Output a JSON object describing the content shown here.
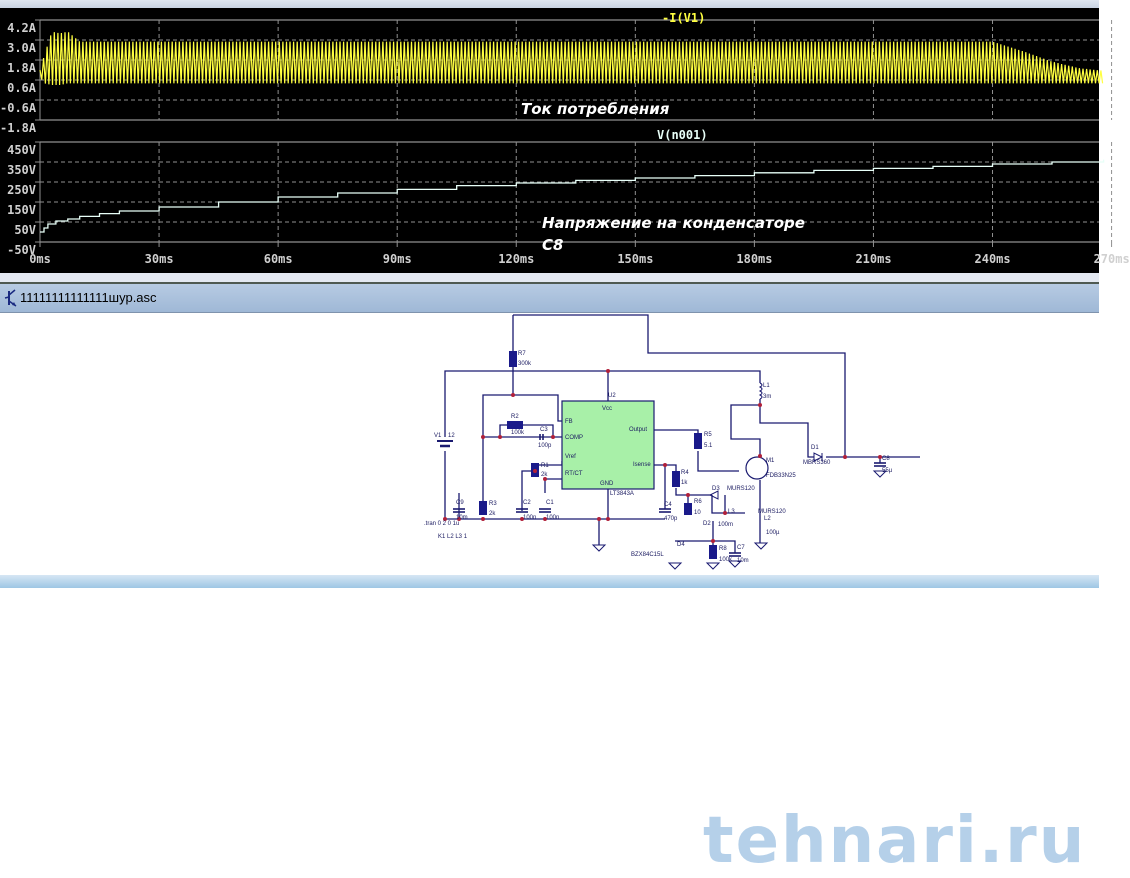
{
  "window": {
    "schematic_title": "11111111111111шур.asc",
    "watermark": "tehnari.ru"
  },
  "annotations": {
    "current_label": "Ток потребления",
    "voltage_label_line1": "Напряжение на конденсаторе",
    "voltage_label_line2": "C8"
  },
  "chart_data": [
    {
      "type": "line",
      "title": "-I(V1)",
      "color": "#ffff40",
      "xlabel": "",
      "ylabel": "",
      "x_unit": "ms",
      "xlim": [
        0,
        270
      ],
      "ylim": [
        -1.8,
        4.2
      ],
      "y_ticks": [
        "4.2A",
        "3.0A",
        "1.8A",
        "0.6A",
        "-0.6A",
        "-1.8A"
      ],
      "y_tick_values": [
        4.2,
        3.0,
        1.8,
        0.6,
        -0.6,
        -1.8
      ],
      "grid": true,
      "description": "Switching current waveform oscillating between ~0.4A and ~3.0A, startup peaks ~3.5A near 0-5ms, envelope peak decaying to ~1.0A after ~250ms",
      "envelope": {
        "x": [
          0,
          1,
          3,
          5,
          7,
          10,
          20,
          60,
          120,
          180,
          240,
          248,
          255,
          262,
          270
        ],
        "max": [
          1.2,
          2.0,
          3.5,
          3.4,
          3.5,
          2.9,
          2.9,
          2.9,
          2.9,
          2.9,
          2.9,
          2.3,
          1.7,
          1.3,
          1.1
        ],
        "min": [
          0.8,
          0.4,
          0.3,
          0.3,
          0.4,
          0.4,
          0.4,
          0.4,
          0.4,
          0.4,
          0.4,
          0.4,
          0.4,
          0.4,
          0.4
        ]
      }
    },
    {
      "type": "line",
      "title": "V(n001)",
      "color": "#e8fff8",
      "xlabel": "",
      "ylabel": "",
      "x_unit": "ms",
      "xlim": [
        0,
        270
      ],
      "ylim": [
        -50,
        450
      ],
      "y_ticks": [
        "450V",
        "350V",
        "250V",
        "150V",
        "50V",
        "-50V"
      ],
      "y_tick_values": [
        450,
        350,
        250,
        150,
        50,
        -50
      ],
      "grid": true,
      "series": [
        {
          "name": "V(n001)",
          "x": [
            0,
            1,
            2,
            4,
            7,
            10,
            15,
            20,
            30,
            45,
            60,
            75,
            90,
            105,
            120,
            135,
            150,
            165,
            180,
            195,
            210,
            225,
            240,
            255,
            268
          ],
          "y": [
            0,
            20,
            40,
            55,
            65,
            78,
            92,
            105,
            125,
            150,
            175,
            195,
            213,
            232,
            245,
            258,
            270,
            282,
            296,
            308,
            318,
            328,
            340,
            350,
            362
          ]
        }
      ]
    }
  ],
  "x_ticks": [
    "0ms",
    "30ms",
    "60ms",
    "90ms",
    "120ms",
    "150ms",
    "180ms",
    "210ms",
    "240ms",
    "270ms"
  ],
  "schematic": {
    "ic": {
      "name": "U2",
      "part": "LT3843A",
      "pins": [
        "Vcc",
        "FB",
        "COMP",
        "Vref",
        "RT/CT",
        "Output",
        "Isense",
        "GND"
      ]
    },
    "components": [
      {
        "ref": "R7",
        "value": "300k"
      },
      {
        "ref": "R2",
        "value": "100k"
      },
      {
        "ref": "C3",
        "value": "100p"
      },
      {
        "ref": "V1",
        "value": "12"
      },
      {
        "ref": "R1",
        "value": "2k"
      },
      {
        "ref": "C9",
        "value": "10m"
      },
      {
        "ref": "R3",
        "value": "2k"
      },
      {
        "ref": "C2",
        "value": "100n"
      },
      {
        "ref": "C1",
        "value": "100n"
      },
      {
        "ref": "C4",
        "value": "470p"
      },
      {
        "ref": "R5",
        "value": "5.1"
      },
      {
        "ref": "R4",
        "value": "1k"
      },
      {
        "ref": "R6",
        "value": "10"
      },
      {
        "ref": "L1",
        "value": "3m"
      },
      {
        "ref": "M1",
        "value": "FDB33N25"
      },
      {
        "ref": "D1",
        "value": "MBRS360"
      },
      {
        "ref": "C8",
        "value": "55µ"
      },
      {
        "ref": "D3",
        "value": "MURS120"
      },
      {
        "ref": "D2",
        "value": "MURS120"
      },
      {
        "ref": "L3",
        "value": "100m"
      },
      {
        "ref": "L2",
        "value": "100µ"
      },
      {
        "ref": "R8",
        "value": "100k"
      },
      {
        "ref": "C7",
        "value": "10m"
      },
      {
        "ref": "D4",
        "value": "BZX84C15L"
      }
    ],
    "directives": [
      ".tran 0 2 0 1u",
      "K1 L2 L3 1"
    ]
  }
}
